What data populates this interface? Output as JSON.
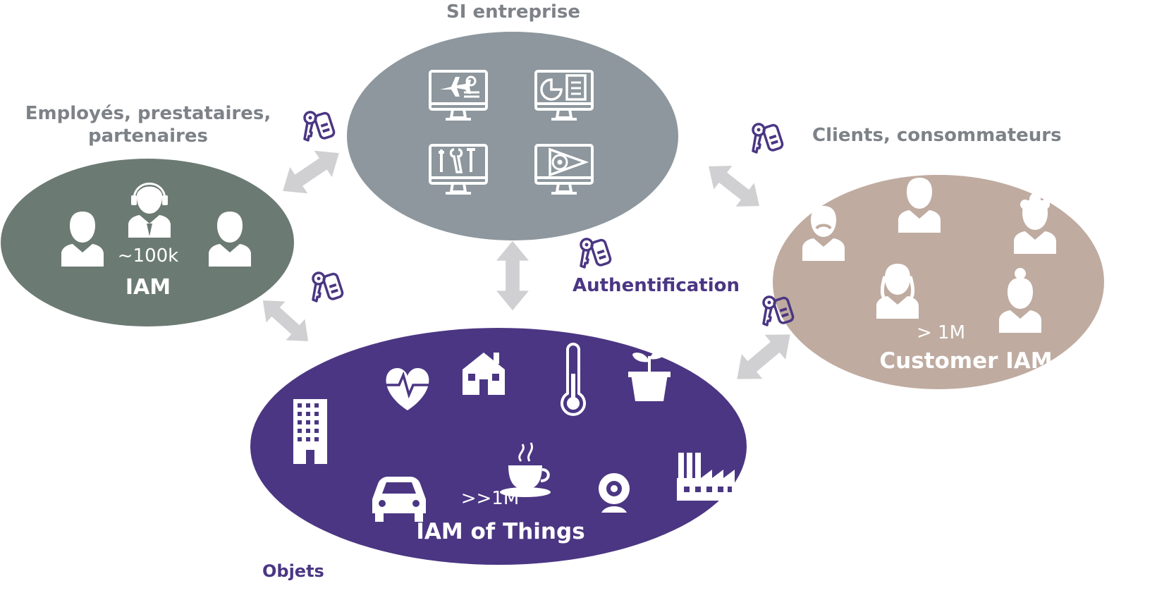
{
  "nodes": {
    "si": {
      "caption": "SI entreprise"
    },
    "employees": {
      "caption_line1": "Employés, prestataires,",
      "caption_line2": "partenaires",
      "count": "~100k",
      "label": "IAM"
    },
    "customers": {
      "caption": "Clients, consommateurs",
      "count": "> 1M",
      "label": "Customer IAM"
    },
    "things": {
      "caption": "Objets",
      "count": ">>1M",
      "label": "IAM of Things"
    }
  },
  "edge_label": "Authentification",
  "colors": {
    "si": "#8d979d",
    "employees": "#6c7a74",
    "customers": "#bfaba0",
    "things": "#4b3683",
    "arrow": "#d0d0d2",
    "key_icon": "#4b3683",
    "caption": "#7d8288",
    "accent_text": "#4b3683"
  },
  "icons": {
    "si": [
      "monitor-plane-icon",
      "monitor-chart-icon",
      "monitor-tools-icon",
      "monitor-play-icon"
    ],
    "employees": [
      "person-icon",
      "headset-person-icon",
      "person-icon"
    ],
    "customers": [
      "old-man-icon",
      "man-icon",
      "curly-hair-person-icon",
      "woman-icon",
      "old-woman-icon"
    ],
    "things": [
      "building-icon",
      "heart-monitor-icon",
      "house-icon",
      "thermometer-icon",
      "plant-icon",
      "coffee-cup-icon",
      "car-icon",
      "webcam-icon",
      "factory-icon"
    ],
    "connections": [
      "key-fob-icon",
      "double-arrow-icon"
    ]
  }
}
